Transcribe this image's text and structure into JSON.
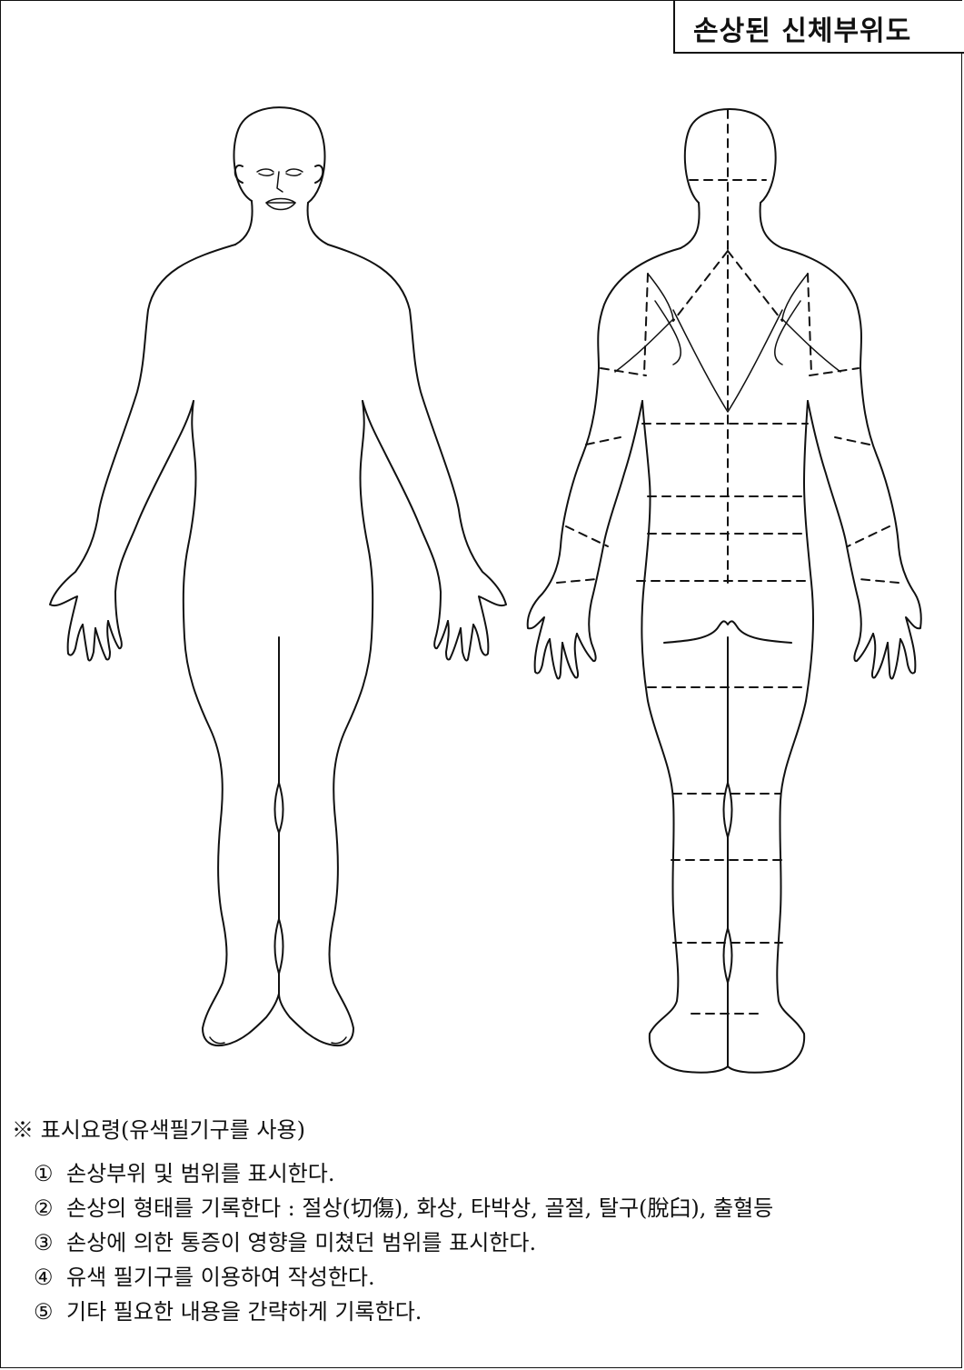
{
  "document": {
    "title": "손상된 신체부위도",
    "figures": [
      {
        "view": "front-body-outline"
      },
      {
        "view": "back-body-outline"
      }
    ],
    "instructions": {
      "title": "※ 표시요령(유색필기구를 사용)",
      "items": [
        {
          "num": "①",
          "text": "손상부위 및 범위를 표시한다."
        },
        {
          "num": "②",
          "text": "손상의 형태를 기록한다 : 절상(切傷), 화상, 타박상, 골절, 탈구(脫臼), 출혈등"
        },
        {
          "num": "③",
          "text": "손상에 의한 통증이 영향을 미쳤던 범위를 표시한다."
        },
        {
          "num": "④",
          "text": "유색 필기구를 이용하여 작성한다."
        },
        {
          "num": "⑤",
          "text": "기타 필요한 내용을 간략하게 기록한다."
        }
      ]
    }
  }
}
